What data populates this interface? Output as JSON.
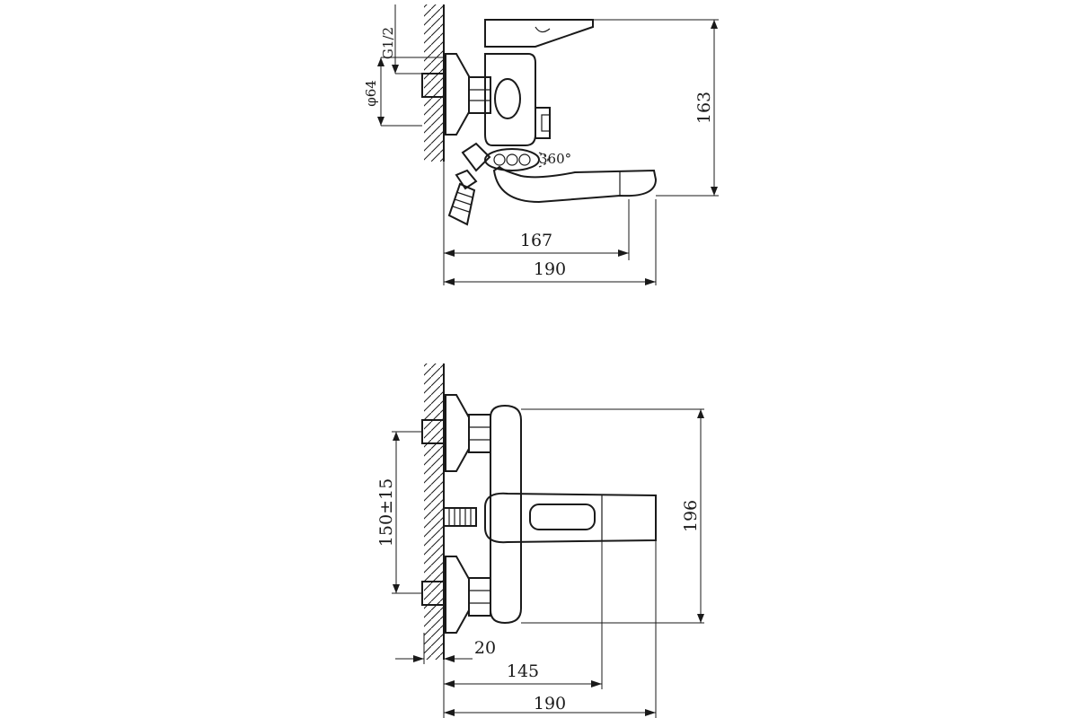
{
  "side_view": {
    "dim_thread": "G1/2",
    "dim_flange": "φ64",
    "dim_height": "163",
    "dim_rotation": "360°",
    "dim_spout": "167",
    "dim_total": "190"
  },
  "top_view": {
    "dim_centers": "150±15",
    "dim_depth": "196",
    "dim_wall": "20",
    "dim_spout": "145",
    "dim_total": "190"
  }
}
